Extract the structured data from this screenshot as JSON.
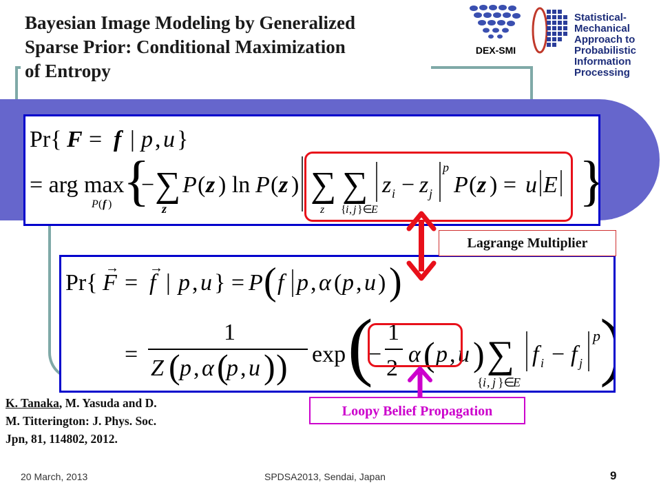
{
  "slide": {
    "title_lines": [
      "Bayesian Image Modeling by Generalized",
      "Sparse Prior: Conditional Maximization",
      "of Entropy"
    ],
    "lagrange_label": "Lagrange Multiplier",
    "loopy_label": "Loopy Belief Propagation",
    "reference": {
      "author_underlined": "K. Tanaka",
      "line1_rest": ", M. Yasuda and D.",
      "line2": "M. Titterington: J. Phys. Soc.",
      "line3": "Jpn, 81, 114802, 2012."
    },
    "footer": {
      "date": "20 March, 2013",
      "venue": "SPDSA2013, Sendai, Japan",
      "page": "9"
    }
  },
  "logos": {
    "dex_smi": "DEX-SMI",
    "smapip_lines": [
      "Statistical-Mechanical",
      "Approach to Probabilistic",
      "Information Processing"
    ]
  },
  "colors": {
    "band": "#6666cc",
    "frame": "#7fa9a7",
    "box_border": "#0000cc",
    "highlight": "#e8101a",
    "magenta": "#cc00cc"
  }
}
